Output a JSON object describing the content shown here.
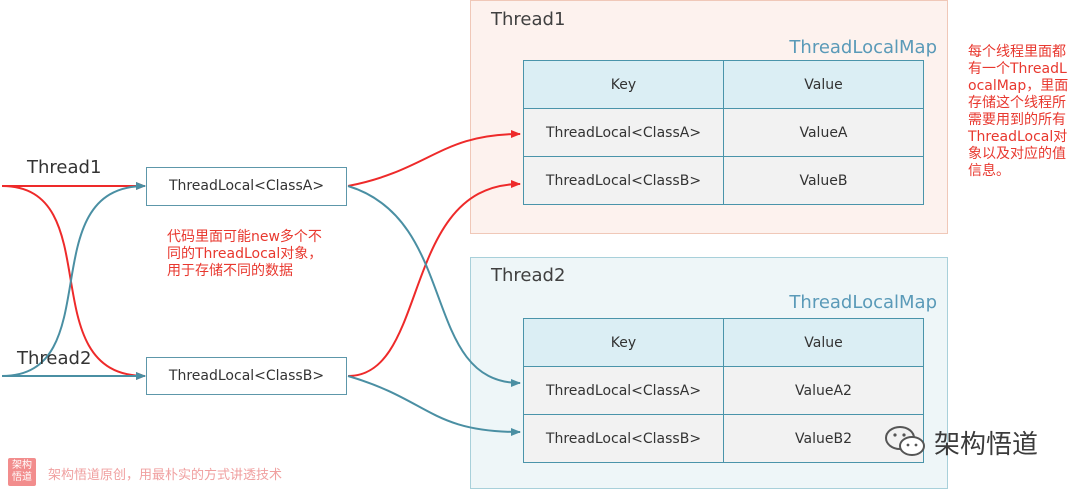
{
  "thread1_label": "Thread1",
  "thread2_label": "Thread2",
  "tl_box_a": "ThreadLocal<ClassA>",
  "tl_box_b": "ThreadLocal<ClassB>",
  "mid_note": "代码里面可能new多个不同的ThreadLocal对象，用于存储不同的数据",
  "side_note": "每个线程里面都有一个ThreadLocalMap，里面存储这个线程所需要用到的所有ThreadLocal对象以及对应的值信息。",
  "panel1": {
    "title": "Thread1",
    "map_label": "ThreadLocalMap",
    "header": {
      "key": "Key",
      "value": "Value"
    },
    "rows": [
      {
        "key": "ThreadLocal<ClassA>",
        "value": "ValueA"
      },
      {
        "key": "ThreadLocal<ClassB>",
        "value": "ValueB"
      }
    ]
  },
  "panel2": {
    "title": "Thread2",
    "map_label": "ThreadLocalMap",
    "header": {
      "key": "Key",
      "value": "Value"
    },
    "rows": [
      {
        "key": "ThreadLocal<ClassA>",
        "value": "ValueA2"
      },
      {
        "key": "ThreadLocal<ClassB>",
        "value": "ValueB2"
      }
    ]
  },
  "footer": {
    "seal": "架构悟道",
    "text": "架构悟道原创，用最朴实的方式讲透技术"
  },
  "watermark": {
    "text": "架构悟道",
    "icon": "wechat-icon"
  },
  "colors": {
    "thread1_arrow": "#ee2a2a",
    "thread2_arrow": "#4a8fa3",
    "note": "#e8382f"
  }
}
